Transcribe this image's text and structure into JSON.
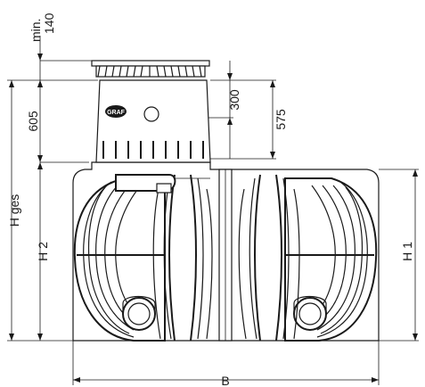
{
  "dimensions": {
    "min_label": "min.",
    "min_value": "140",
    "shaft_height": "605",
    "riser_to_pipe": "300",
    "riser_height": "575",
    "total_height": "H ges",
    "height_2": "H 2",
    "height_1": "H 1",
    "width": "B"
  },
  "logo": {
    "text": "GRAF"
  }
}
